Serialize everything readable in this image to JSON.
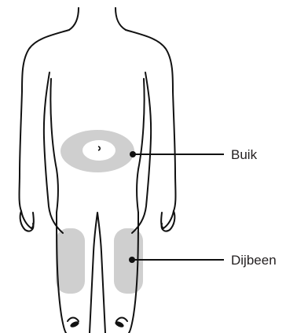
{
  "colors": {
    "outline": "#111111",
    "injection_zone": "#cfcfcf",
    "callout_line": "#111111",
    "label_text": "#231f20",
    "background": "#ffffff"
  },
  "injection_sites": [
    {
      "id": "abdomen",
      "label": "Buik"
    },
    {
      "id": "thigh",
      "label": "Dijbeen"
    }
  ]
}
